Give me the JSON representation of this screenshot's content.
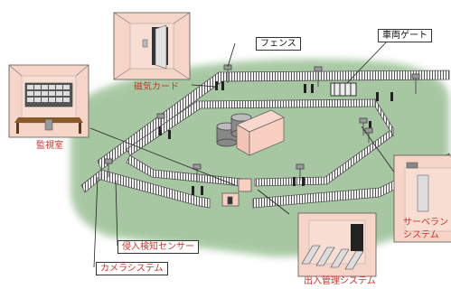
{
  "labels": {
    "fence": "フェンス",
    "vehicle_gate": "車両ゲート",
    "magnetic_card": "磁気カード",
    "monitoring_room": "監視室",
    "surveillance": "サーベラン",
    "system": "システム",
    "intrusion_sensor": "侵入検知センサー",
    "camera_system": "カメラシステム",
    "access_control": "出入管理システム"
  },
  "colors": {
    "ground": "#a9c9a4",
    "inset_bg": "#f6d4c8",
    "label_red": "#d0332a",
    "building_face": "#f8cfc0",
    "fence": "#555555"
  }
}
